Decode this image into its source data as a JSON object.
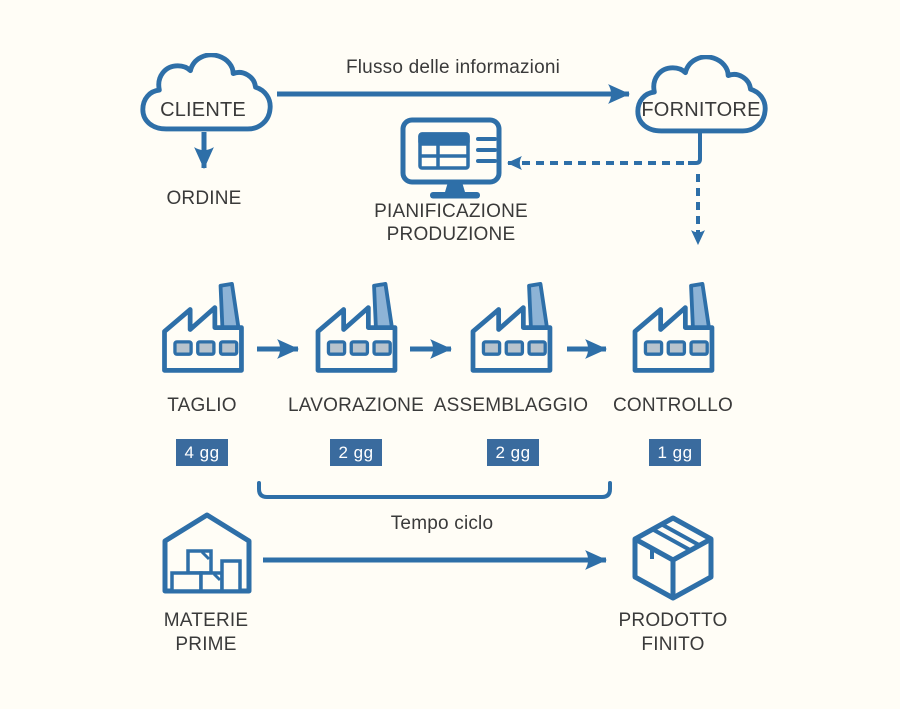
{
  "colors": {
    "accent": "#2e6fa8",
    "badge_background": "#3a6b9e",
    "chimney_fill": "#8db3d6",
    "window_fill": "#b7c3cd",
    "background": "#fffdf6",
    "text": "#3a3a3a"
  },
  "header": {
    "flow_label": "Flusso delle informazioni",
    "customer": "CLIENTE",
    "supplier": "FORNITORE",
    "order": "ORDINE",
    "planning_line1": "PIANIFICAZIONE",
    "planning_line2": "PRODUZIONE"
  },
  "process": {
    "steps": [
      {
        "label": "TAGLIO",
        "duration": "4 gg"
      },
      {
        "label": "LAVORAZIONE",
        "duration": "2 gg"
      },
      {
        "label": "ASSEMBLAGGIO",
        "duration": "2 gg"
      },
      {
        "label": "CONTROLLO",
        "duration": "1 gg"
      }
    ],
    "cycle_time_label": "Tempo ciclo"
  },
  "materials": {
    "raw_line1": "MATERIE",
    "raw_line2": "PRIME",
    "finished_line1": "PRODOTTO",
    "finished_line2": "FINITO"
  }
}
